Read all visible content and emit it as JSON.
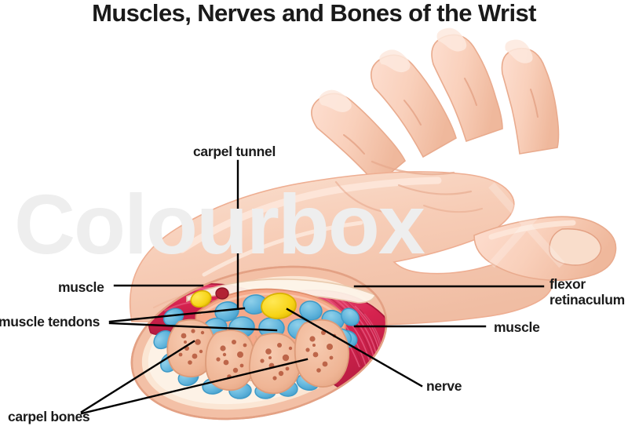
{
  "figure": {
    "title": "Muscles, Nerves and Bones of the Wrist",
    "watermark": "Colourbox"
  },
  "labels": {
    "carpel_tunnel": "carpel tunnel",
    "muscle_left": "muscle",
    "muscle_tendons": "muscle tendons",
    "carpel_bones": "carpel bones",
    "flexor_retinaculum_line1": "flexor",
    "flexor_retinaculum_line2": "retinaculum",
    "muscle_right": "muscle",
    "nerve": "nerve"
  },
  "colors": {
    "skin": "#f6c5ae",
    "skin_light": "#fad8c6",
    "skin_highlight": "#fde6da",
    "skin_shadow": "#eeb49a",
    "skin_outline": "#f0b79c",
    "section_rim": "#e8a98c",
    "section_fill": "#fdf0e2",
    "muscle": "#d6234f",
    "muscle_dark": "#b51b41",
    "muscle_light": "#e8557a",
    "tendon_blue": "#5fb3db",
    "tendon_blue_dark": "#3f9ac7",
    "nerve_yellow": "#f7d417",
    "nerve_yellow_dark": "#e0b800",
    "vessel_red": "#b22234",
    "bone_fill": "#f0b595",
    "bone_speckle": "#b4563a",
    "tunnel_fill": "#f6a98a",
    "leader_line": "#000000",
    "text": "#1a1a1a"
  },
  "anatomy": {
    "cross_section": {
      "tendon_count": 24,
      "carpal_bone_count": 4,
      "nerve_count": 2,
      "vessel_count": 2,
      "muscle_count": 2
    },
    "hand": {
      "finger_count": 4,
      "thumb_count": 1
    }
  }
}
